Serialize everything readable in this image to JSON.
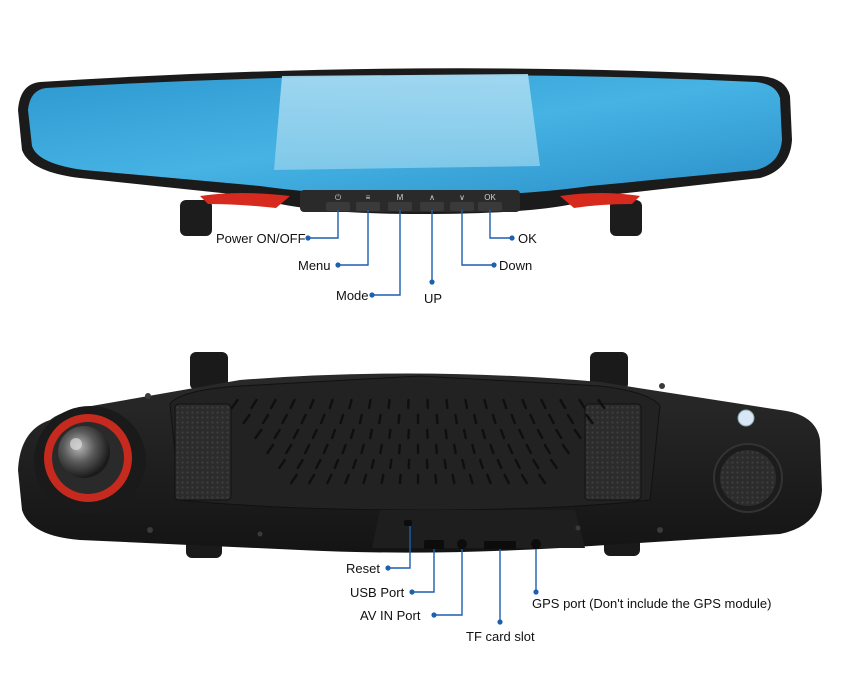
{
  "front_view": {
    "buttons": [
      {
        "glyph": "⏻"
      },
      {
        "glyph": "≡"
      },
      {
        "glyph": "M"
      },
      {
        "glyph": "∧"
      },
      {
        "glyph": "∨"
      },
      {
        "glyph": "OK"
      }
    ],
    "callouts": {
      "power": "Power ON/OFF",
      "menu": "Menu",
      "mode": "Mode",
      "up": "UP",
      "ok": "OK",
      "down": "Down"
    }
  },
  "rear_view": {
    "callouts": {
      "reset": "Reset",
      "usb": "USB Port",
      "av_in": "AV IN Port",
      "tf": "TF card slot",
      "gps": "GPS port (Don't include the GPS module)"
    }
  },
  "colors": {
    "mirror": "#3aa7d8",
    "frame": "#1b1b1b",
    "accent": "#d62a1e",
    "leader": "#1d5fb0"
  }
}
